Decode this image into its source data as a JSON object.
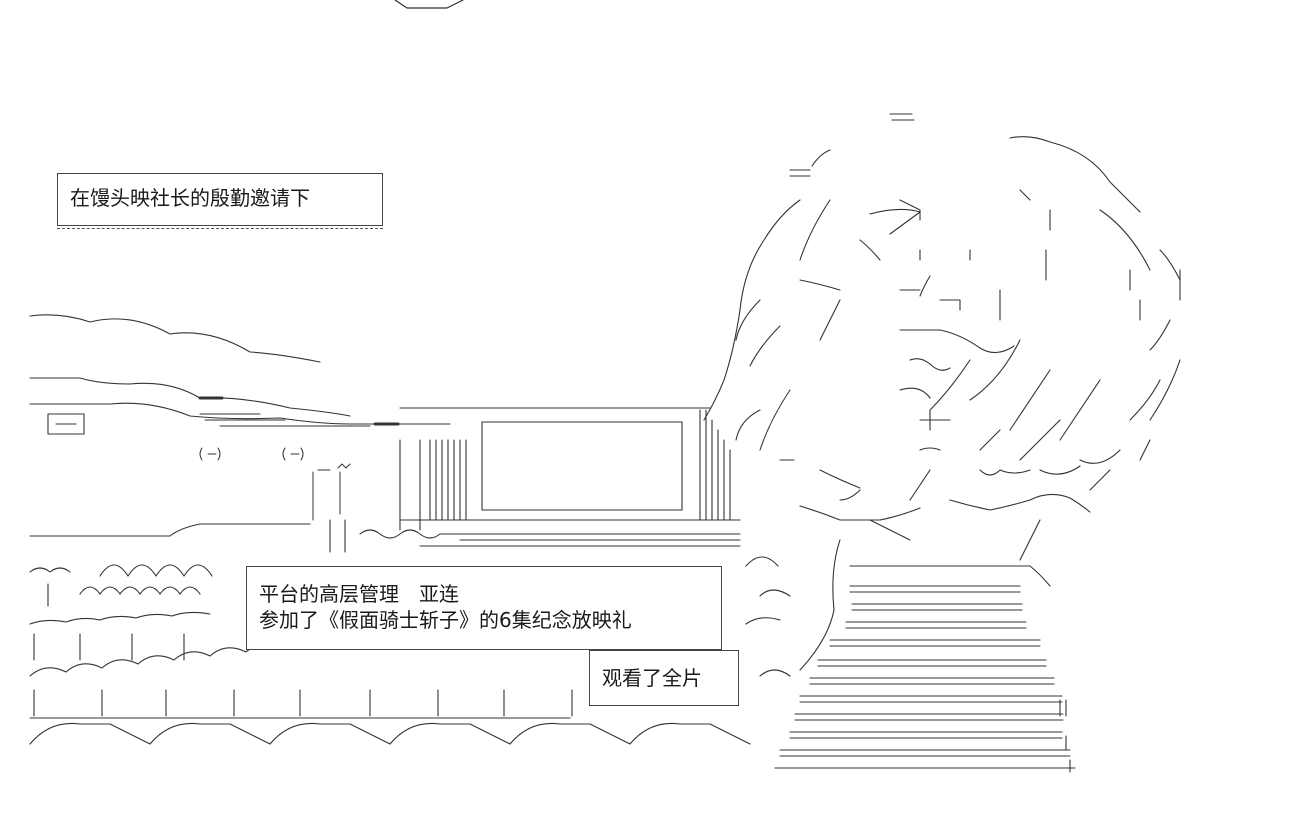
{
  "captions": {
    "caption_1": "在馒头映社长的殷勤邀请下",
    "caption_2_line_1": "平台的高层管理　亚连",
    "caption_2_line_2": "参加了《假面骑士斩子》的6集纪念放映礼",
    "caption_3": "观看了全片"
  },
  "colors": {
    "background": "#ffffff",
    "ink": "#333333"
  }
}
